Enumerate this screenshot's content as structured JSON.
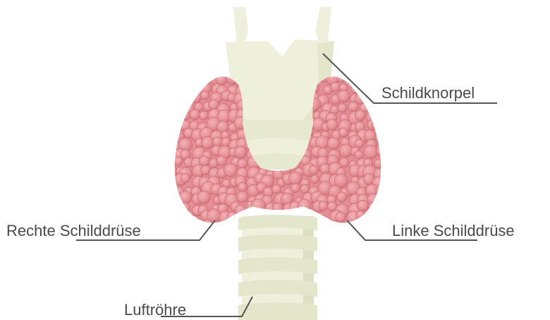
{
  "labels": {
    "thyroid_cartilage": "Schildknorpel",
    "right_thyroid": "Rechte Schilddrüse",
    "left_thyroid": "Linke Schilddrüse",
    "trachea": "Luftröhre"
  },
  "colors": {
    "bone": "#eef0dc",
    "bone_shadow": "#dcdfc3",
    "gland": "#e48f95",
    "gland_dark": "#cf7178",
    "gland_light": "#f1aeb2",
    "leader_line": "#555555",
    "text": "#4a4a4a"
  }
}
